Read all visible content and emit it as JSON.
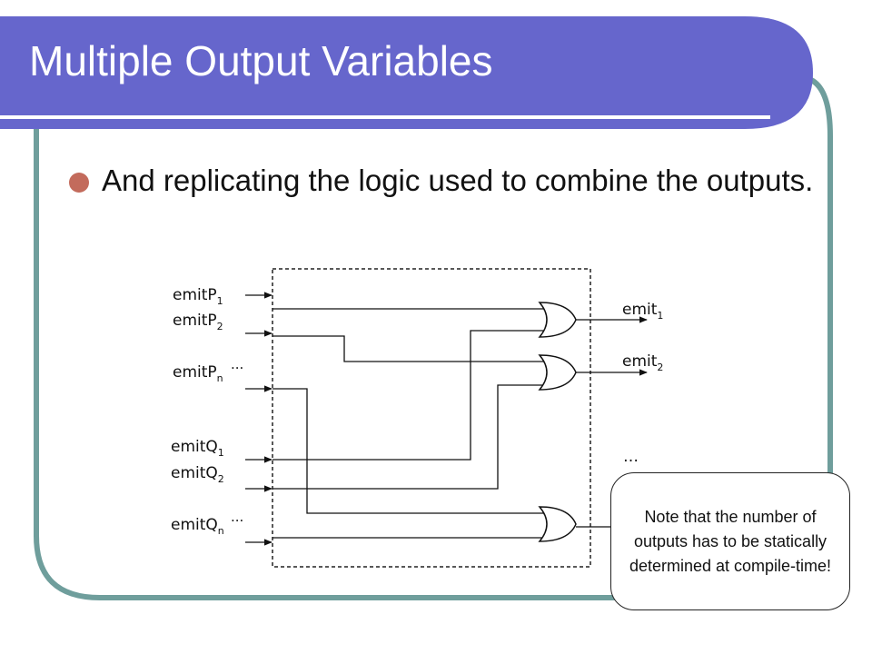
{
  "slide": {
    "title": "Multiple Output Variables",
    "bullets": [
      "And replicating the logic used to combine the outputs."
    ],
    "theme_colors": {
      "title_bar": "#6666cc",
      "frame": "#6f9e9c",
      "bullet": "#c36b5c"
    }
  },
  "diagram": {
    "inputs": [
      {
        "base": "emitP",
        "sub": "1"
      },
      {
        "base": "emitP",
        "sub": "2"
      },
      {
        "base": "emitP",
        "sub": "n"
      },
      {
        "base": "emitQ",
        "sub": "1"
      },
      {
        "base": "emitQ",
        "sub": "2"
      },
      {
        "base": "emitQ",
        "sub": "n"
      }
    ],
    "ellipsis": "...",
    "outputs": [
      {
        "base": "emit",
        "sub": "1"
      },
      {
        "base": "emit",
        "sub": "2"
      }
    ],
    "output_ellipsis": "…",
    "gate_type": "OR",
    "note": "Note that the number of outputs has to be statically determined at compile-time!"
  }
}
